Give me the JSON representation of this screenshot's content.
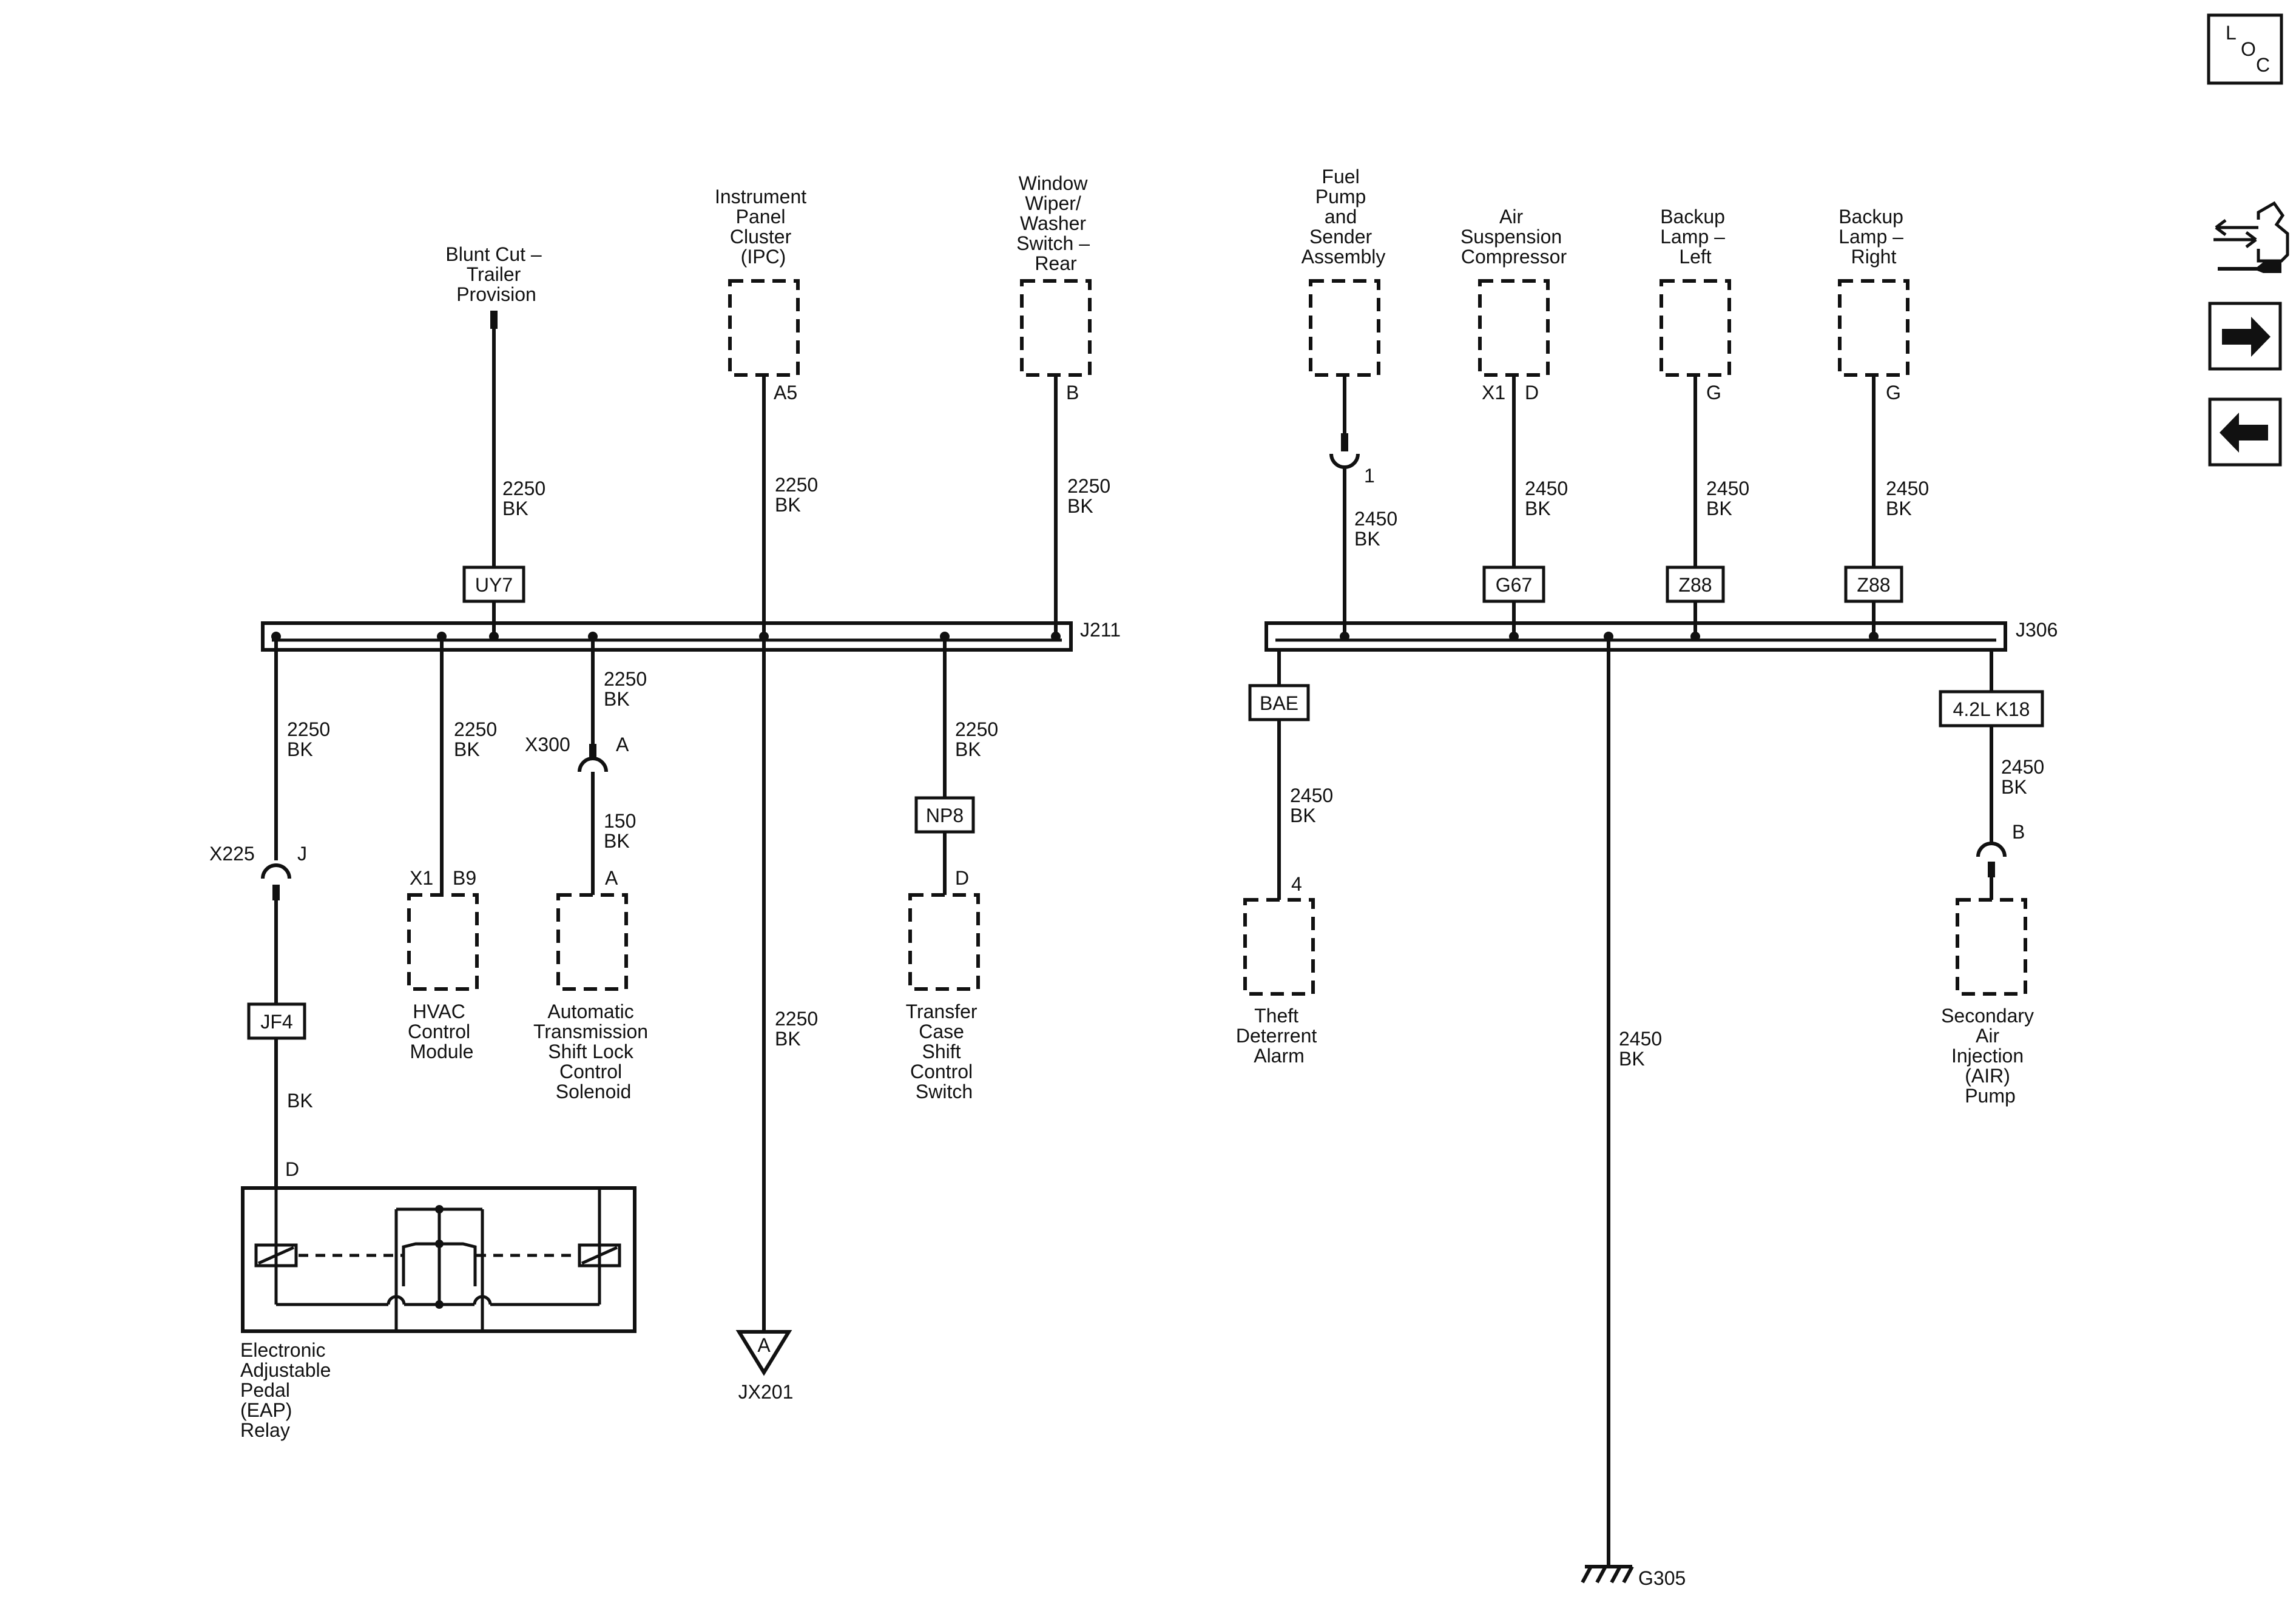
{
  "nav": {
    "loc": [
      "L",
      "O",
      "C"
    ],
    "icons": [
      "connector-wrench-icon",
      "arrow-right-icon",
      "arrow-left-icon"
    ]
  },
  "left": {
    "bus": "J211",
    "top_components": [
      {
        "name": [
          "Blunt Cut –",
          "Trailer",
          "Provision"
        ],
        "wire": [
          "2250",
          "BK"
        ],
        "option": "UY7"
      },
      {
        "name": [
          "Instrument",
          "Panel",
          "Cluster",
          "(IPC)"
        ],
        "pin": "A5",
        "wire": [
          "2250",
          "BK"
        ]
      },
      {
        "name": [
          "Window",
          "Wiper/",
          "Washer",
          "Switch –",
          "Rear"
        ],
        "pin": "B",
        "wire": [
          "2250",
          "BK"
        ]
      }
    ],
    "branches": [
      {
        "wire_upper": [
          "2250",
          "BK"
        ],
        "inline": "X225",
        "inline_pin": "J",
        "option": "JF4",
        "wire_lower": [
          "BK"
        ],
        "pin": "D",
        "name": [
          "Electronic",
          "Adjustable",
          "Pedal",
          "(EAP)",
          "Relay"
        ]
      },
      {
        "wire": [
          "2250",
          "BK"
        ],
        "connector": "X1",
        "pin": "B9",
        "name": [
          "HVAC",
          "Control",
          "Module"
        ]
      },
      {
        "wire_upper": [
          "2250",
          "BK"
        ],
        "inline": "X300",
        "inline_pin": "A",
        "wire_lower": [
          "150",
          "BK"
        ],
        "pin": "A",
        "name": [
          "Automatic",
          "Transmission",
          "Shift Lock",
          "Control",
          "Solenoid"
        ]
      },
      {
        "wire": [
          "2250",
          "BK"
        ],
        "ground_ref": "A",
        "ground_name": "JX201"
      },
      {
        "wire": [
          "2250",
          "BK"
        ],
        "option": "NP8",
        "pin": "D",
        "name": [
          "Transfer",
          "Case",
          "Shift",
          "Control",
          "Switch"
        ]
      }
    ]
  },
  "right": {
    "bus": "J306",
    "top_components": [
      {
        "name": [
          "Fuel",
          "Pump",
          "and",
          "Sender",
          "Assembly"
        ],
        "inline_pin": "1",
        "wire": [
          "2450",
          "BK"
        ]
      },
      {
        "name": [
          "Air",
          "Suspension",
          "Compressor"
        ],
        "connector": "X1",
        "pin": "D",
        "wire": [
          "2450",
          "BK"
        ],
        "option": "G67"
      },
      {
        "name": [
          "Backup",
          "Lamp –",
          "Left"
        ],
        "pin": "G",
        "wire": [
          "2450",
          "BK"
        ],
        "option": "Z88"
      },
      {
        "name": [
          "Backup",
          "Lamp –",
          "Right"
        ],
        "pin": "G",
        "wire": [
          "2450",
          "BK"
        ],
        "option": "Z88"
      }
    ],
    "branches": [
      {
        "option": "BAE",
        "wire": [
          "2450",
          "BK"
        ],
        "pin": "4",
        "name": [
          "Theft",
          "Deterrent",
          "Alarm"
        ]
      },
      {
        "wire": [
          "2450",
          "BK"
        ],
        "ground": "G305"
      },
      {
        "option": "4.2L K18",
        "wire": [
          "2450",
          "BK"
        ],
        "inline_pin": "B",
        "name": [
          "Secondary",
          "Air",
          "Injection",
          "(AIR)",
          "Pump"
        ]
      }
    ]
  }
}
